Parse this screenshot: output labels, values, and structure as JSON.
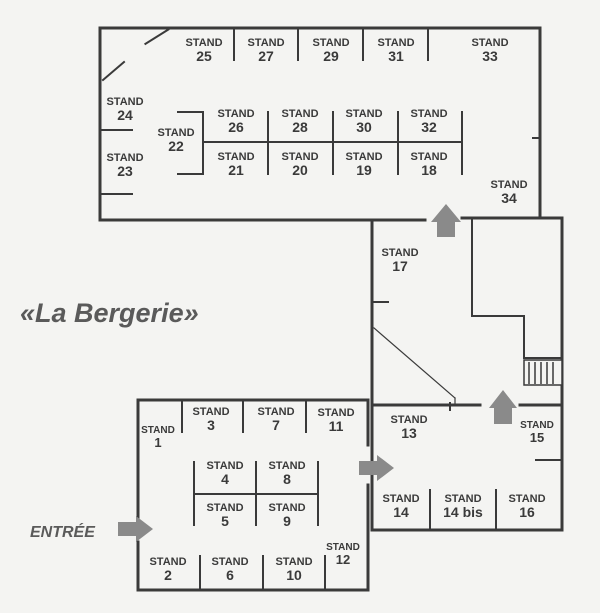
{
  "title": "«La Bergerie»",
  "entrance_label": "ENTRÉE",
  "stand_word": "STAND",
  "stands": [
    {
      "id": "s25",
      "num": "25"
    },
    {
      "id": "s27",
      "num": "27"
    },
    {
      "id": "s29",
      "num": "29"
    },
    {
      "id": "s31",
      "num": "31"
    },
    {
      "id": "s33",
      "num": "33"
    },
    {
      "id": "s24",
      "num": "24"
    },
    {
      "id": "s22",
      "num": "22"
    },
    {
      "id": "s23",
      "num": "23"
    },
    {
      "id": "s26",
      "num": "26"
    },
    {
      "id": "s28",
      "num": "28"
    },
    {
      "id": "s30",
      "num": "30"
    },
    {
      "id": "s32",
      "num": "32"
    },
    {
      "id": "s21",
      "num": "21"
    },
    {
      "id": "s20",
      "num": "20"
    },
    {
      "id": "s19",
      "num": "19"
    },
    {
      "id": "s18",
      "num": "18"
    },
    {
      "id": "s34",
      "num": "34"
    },
    {
      "id": "s17",
      "num": "17"
    },
    {
      "id": "s1",
      "num": "1"
    },
    {
      "id": "s3",
      "num": "3"
    },
    {
      "id": "s7",
      "num": "7"
    },
    {
      "id": "s11",
      "num": "11"
    },
    {
      "id": "s4",
      "num": "4"
    },
    {
      "id": "s8",
      "num": "8"
    },
    {
      "id": "s5",
      "num": "5"
    },
    {
      "id": "s9",
      "num": "9"
    },
    {
      "id": "s2",
      "num": "2"
    },
    {
      "id": "s6",
      "num": "6"
    },
    {
      "id": "s10",
      "num": "10"
    },
    {
      "id": "s12",
      "num": "12"
    },
    {
      "id": "s13",
      "num": "13"
    },
    {
      "id": "s15",
      "num": "15"
    },
    {
      "id": "s14",
      "num": "14"
    },
    {
      "id": "s14bis",
      "num": "14 bis"
    },
    {
      "id": "s16",
      "num": "16"
    }
  ],
  "colors": {
    "wall": "#3a3a3a",
    "arrow": "#8a8a8a",
    "text": "#3a3a3a",
    "title": "#5a5a5a"
  },
  "icons": {
    "direction_arrow": "arrow-icon",
    "stairs": "stairs-icon"
  }
}
